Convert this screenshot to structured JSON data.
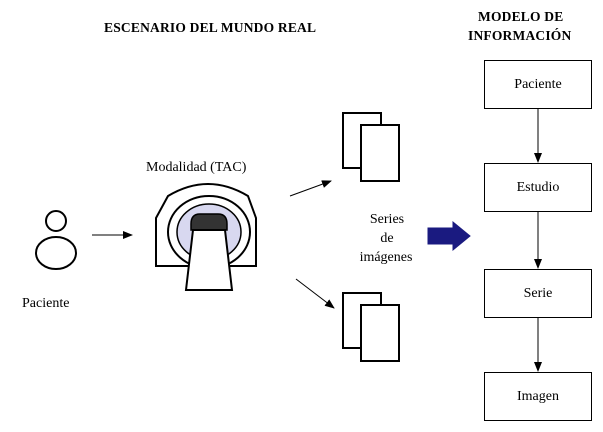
{
  "real_world": {
    "title": "ESCENARIO DEL MUNDO REAL",
    "patient_label": "Paciente",
    "modality_label": "Modalidad (TAC)",
    "series_label": [
      "Series",
      "de",
      "imágenes"
    ]
  },
  "info_model": {
    "title_line1": "MODELO DE",
    "title_line2": "INFORMACIÓN",
    "boxes": [
      "Paciente",
      "Estudio",
      "Serie",
      "Imagen"
    ]
  },
  "colors": {
    "line": "#000000",
    "big_arrow": "#1a1a80",
    "scanner_ring": "#d8d8f0"
  },
  "icons": [
    "person-icon",
    "ct-scanner-icon",
    "document-stack-icon",
    "big-right-arrow-icon"
  ]
}
